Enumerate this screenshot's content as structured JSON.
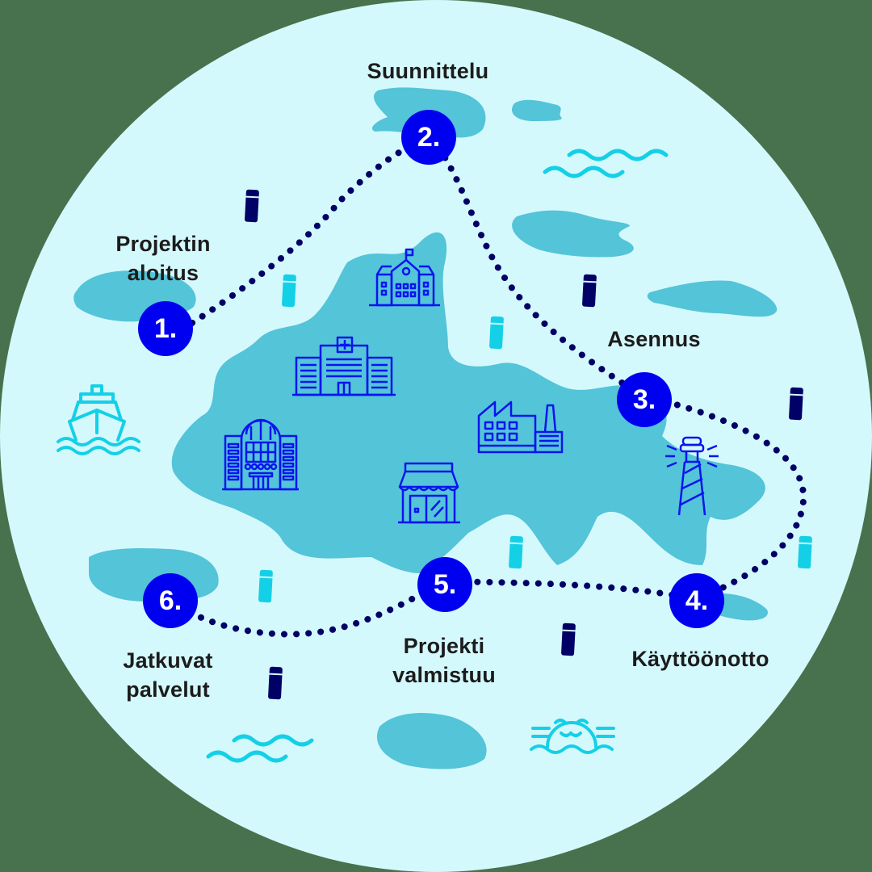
{
  "colors": {
    "background": "#48714e",
    "sea": "#d4f9fd",
    "island": "#54c4d8",
    "route_dots": "#000066",
    "step_circle": "#0000f0",
    "icon_line": "#0a14f0",
    "light_icon": "#14d0e6",
    "buoy_dark": "#000066",
    "buoy_light": "#14d0e6",
    "label_text": "#1c1c1c"
  },
  "steps": [
    {
      "number": "1.",
      "label_line1": "Projektin",
      "label_line2": "aloitus"
    },
    {
      "number": "2.",
      "label_line1": "Suunnittelu",
      "label_line2": ""
    },
    {
      "number": "3.",
      "label_line1": "Asennus",
      "label_line2": ""
    },
    {
      "number": "4.",
      "label_line1": "Käyttöönotto",
      "label_line2": ""
    },
    {
      "number": "5.",
      "label_line1": "Projekti",
      "label_line2": "valmistuu"
    },
    {
      "number": "6.",
      "label_line1": "Jatkuvat",
      "label_line2": "palvelut"
    }
  ],
  "icons": [
    "school-icon",
    "hospital-icon",
    "station-icon",
    "factory-icon",
    "shop-icon",
    "lighthouse-icon",
    "ship-icon",
    "seal-icon",
    "waves-icon",
    "buoy-icon"
  ]
}
